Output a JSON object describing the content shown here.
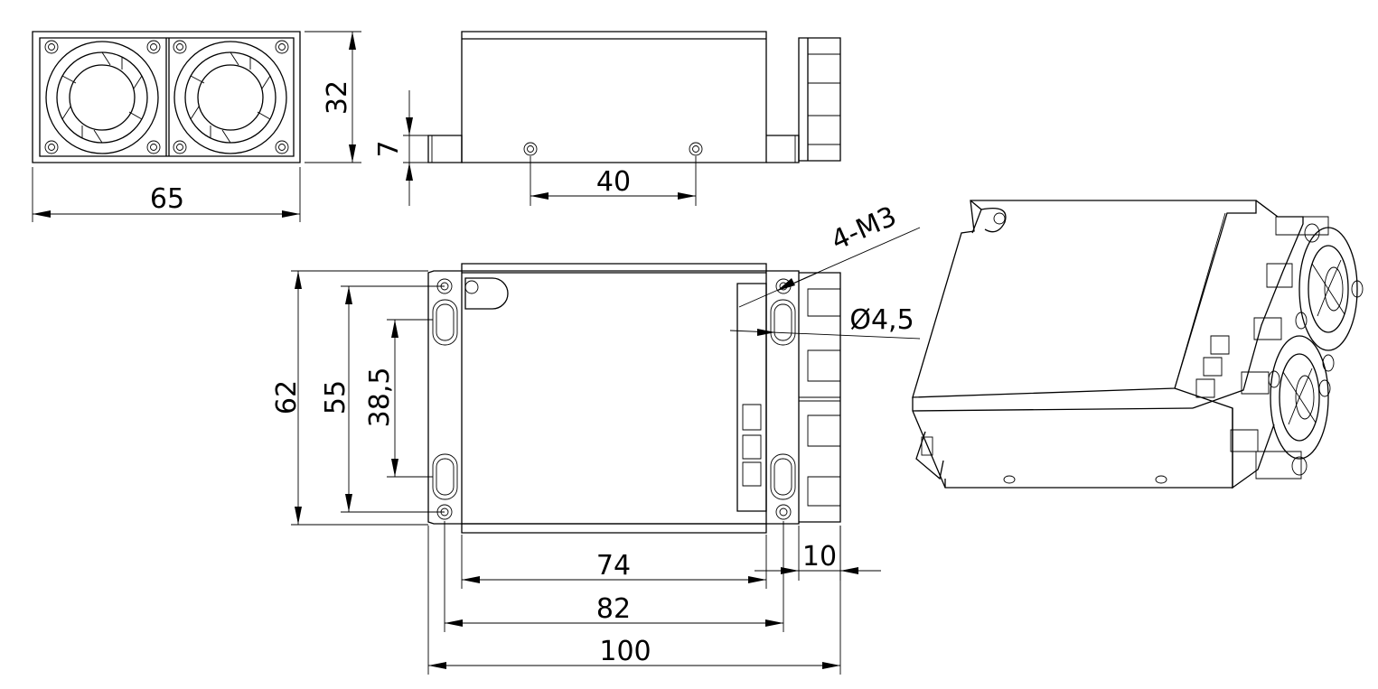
{
  "dimensions": {
    "front_width": "65",
    "front_height": "32",
    "side_tab_height": "7",
    "side_hole_spacing": "40",
    "top_overall_height": "62",
    "top_hole_spacing_vertical": "55",
    "top_slot_spacing": "38,5",
    "top_body_length": "74",
    "top_hole_spacing_horizontal": "82",
    "top_overall_length": "100",
    "top_fan_depth": "10",
    "hole_callout": "4-M3",
    "hole_diameter": "Ø4,5"
  }
}
